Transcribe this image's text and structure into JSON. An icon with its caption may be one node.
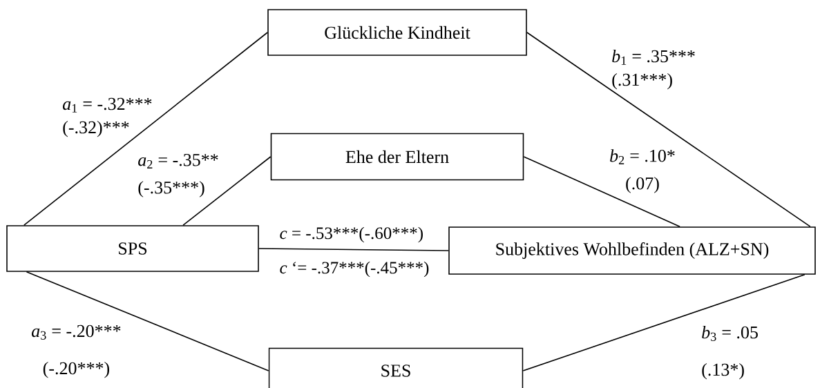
{
  "diagram": {
    "nodes": [
      {
        "text": [
          "Glückliche Kindheit"
        ]
      },
      {
        "text": [
          "Ehe der Eltern"
        ]
      },
      {
        "text": [
          "SPS"
        ]
      },
      {
        "text": [
          "Subjektives Wohlbefinden (ALZ+SN)"
        ]
      },
      {
        "text": [
          "SES"
        ]
      }
    ],
    "edges": [
      {
        "from": 2,
        "to": 0,
        "arrow": "none",
        "label": "\\begin{array}{@{}l@{}}\\text{\\textit{a}\\textsubscript{1} = -.32***}\\\\\\text{(-.32)***}\\end{array}"
      },
      {
        "from": 0,
        "to": 3,
        "arrow": "none",
        "label": "\\begin{array}{@{}l@{}}\\text{\\textit{b}\\textsubscript{1} = .35***}\\\\\\text{(.31***)}\\end{array}"
      },
      {
        "from": 2,
        "to": 1,
        "arrow": "none",
        "label": "\\begin{array}{@{}l@{}}\\text{\\textit{a}\\textsubscript{2} = -.35**}\\\\\\text{(-.35***)}\\end{array}"
      },
      {
        "from": 1,
        "to": 3,
        "arrow": "none",
        "label": "\\begin{array}{@{}c@{}}\\text{\\textit{b}\\textsubscript{2} = .10*}\\\\\\text{(.07)}\\end{array}"
      },
      {
        "from": 2,
        "to": 3,
        "arrow": "none",
        "label": "\\begin{array}{@{}l@{}}\\text{\\textit{c} = -.53***(-.60***)}\\\\\\text{\\textit{c} ‘= -.37***(-.45***)}\\end{array}"
      },
      {
        "from": 2,
        "to": 4,
        "arrow": "none",
        "label": "\\begin{array}{@{}c@{}}\\text{\\textit{a}\\textsubscript{3} = -.20***}\\\\\\text{(-.20***)}\\end{array}"
      },
      {
        "from": 4,
        "to": 3,
        "arrow": "none",
        "label": "\\begin{array}{@{}l@{}}\\text{\\textit{b}\\textsubscript{3} = .05}\\\\\\text{(.13*)}\\end{array}"
      }
    ]
  }
}
